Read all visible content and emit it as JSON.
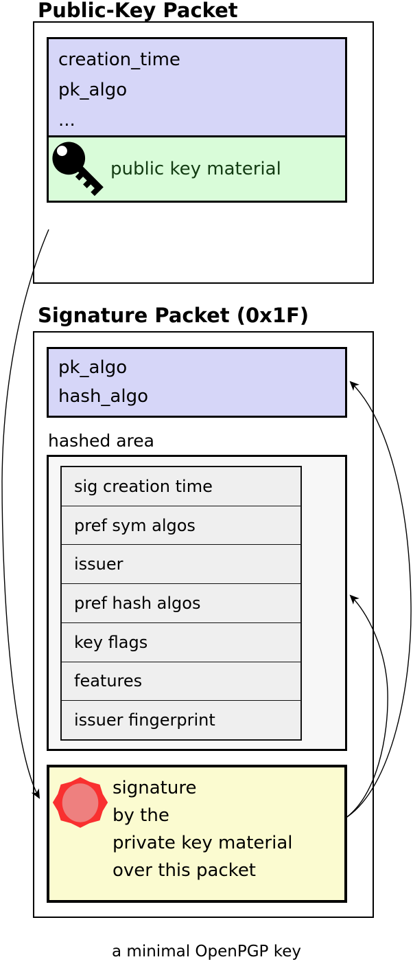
{
  "caption": "a minimal OpenPGP key",
  "public_key_packet": {
    "title": "Public-Key Packet",
    "fields": [
      "creation_time",
      "pk_algo",
      "..."
    ],
    "material_label": "public key material"
  },
  "signature_packet": {
    "title": "Signature Packet (0x1F)",
    "fields": [
      "pk_algo",
      "hash_algo"
    ],
    "hashed_area_label": "hashed area",
    "subpackets": [
      "sig creation time",
      "pref sym algos",
      "issuer",
      "pref hash algos",
      "key flags",
      "features",
      "issuer fingerprint"
    ],
    "signature_lines": [
      "signature",
      "by the",
      "private key material",
      "over this packet"
    ]
  },
  "icons": {
    "key": "key-icon",
    "seal": "seal-icon"
  },
  "colors": {
    "header_fill": "#d6d6f8",
    "material_fill": "#d9fcd9",
    "material_text": "#123b12",
    "signature_fill": "#fbfbd0",
    "hashed_area_fill": "#f7f7f7",
    "subpacket_fill": "#efefef",
    "seal_outer": "#f93030",
    "seal_inner": "#ee807f",
    "border": "#000000"
  }
}
